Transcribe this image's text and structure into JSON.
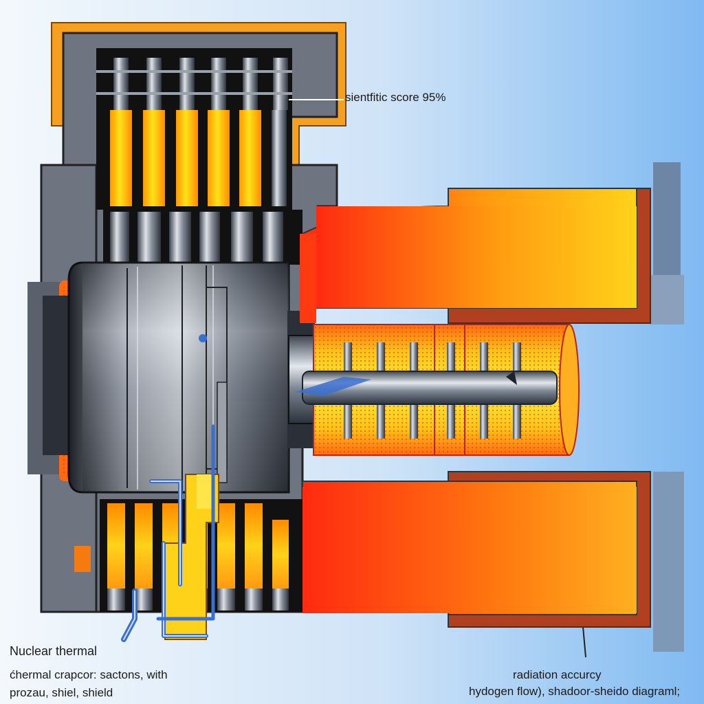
{
  "labels": {
    "score": "sientfitic score 95%",
    "title_line1": "Nuclear thermal",
    "title_line2": "ćhermal crapcor: sactons, with",
    "title_line3": "prozau, shiel, shield",
    "radiation": "radiation accurcy",
    "hydrogen": "hydogen flow), shadoor-sheido diagraml;"
  },
  "colors": {
    "background_left": "#f3f8fc",
    "background_right": "#7fbaf2",
    "housing_gray": "#6e7480",
    "housing_dark": "#111111",
    "shield_orange": "#f5a020",
    "fuel_yellow": "#ffd21a",
    "fuel_orange": "#ff8a00",
    "nozzle_red": "#ff2a10",
    "coolant_blue": "#3b6fcf"
  }
}
